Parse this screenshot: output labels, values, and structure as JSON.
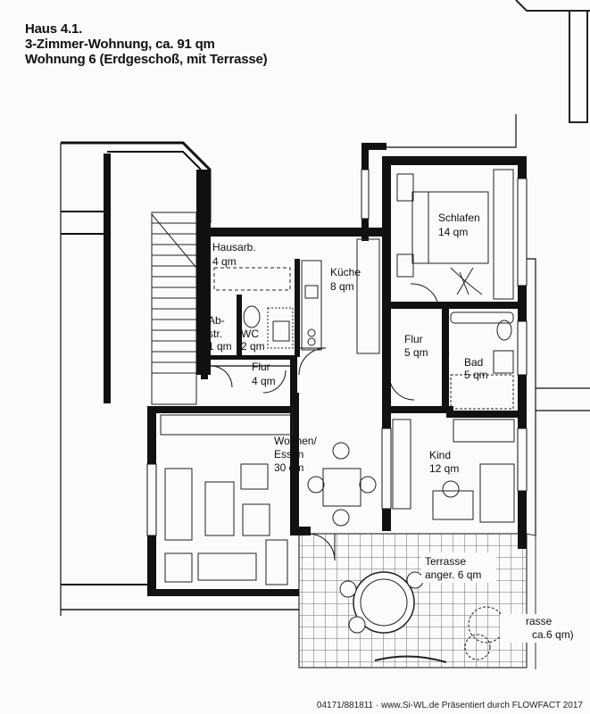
{
  "header": {
    "line1": "Haus 4.1.",
    "line2": "3-Zimmer-Wohnung, ca. 91 qm",
    "line3": "Wohnung 6 (Erdgeschoß, mit Terrasse)"
  },
  "rooms": {
    "hausarb": {
      "name": "Hausarb.",
      "area": "4 qm"
    },
    "kueche": {
      "name": "Küche",
      "area": "8 qm"
    },
    "abstr": {
      "name1": "Ab-",
      "name2": "str.",
      "area": "1 qm"
    },
    "wc": {
      "name": "WC",
      "area": "2 qm"
    },
    "flur_left": {
      "name": "Flur",
      "area": "4 qm"
    },
    "flur_right": {
      "name": "Flur",
      "area": "5 qm"
    },
    "schlafen": {
      "name": "Schlafen",
      "area": "14 qm"
    },
    "bad": {
      "name": "Bad",
      "area": "5 qm"
    },
    "wohnen": {
      "name1": "Wohnen/",
      "name2": "Essen",
      "area": "30 qm"
    },
    "kind": {
      "name": "Kind",
      "area": "12 qm"
    },
    "terrasse1": {
      "name": "Terrasse",
      "area": "anger. 6 qm"
    },
    "terrasse2": {
      "name": "rasse",
      "area": "ca.6 qm)"
    }
  },
  "footer": "04171/881811 · www.Si-WL.de Präsentiert durch FLOWFACT 2017"
}
